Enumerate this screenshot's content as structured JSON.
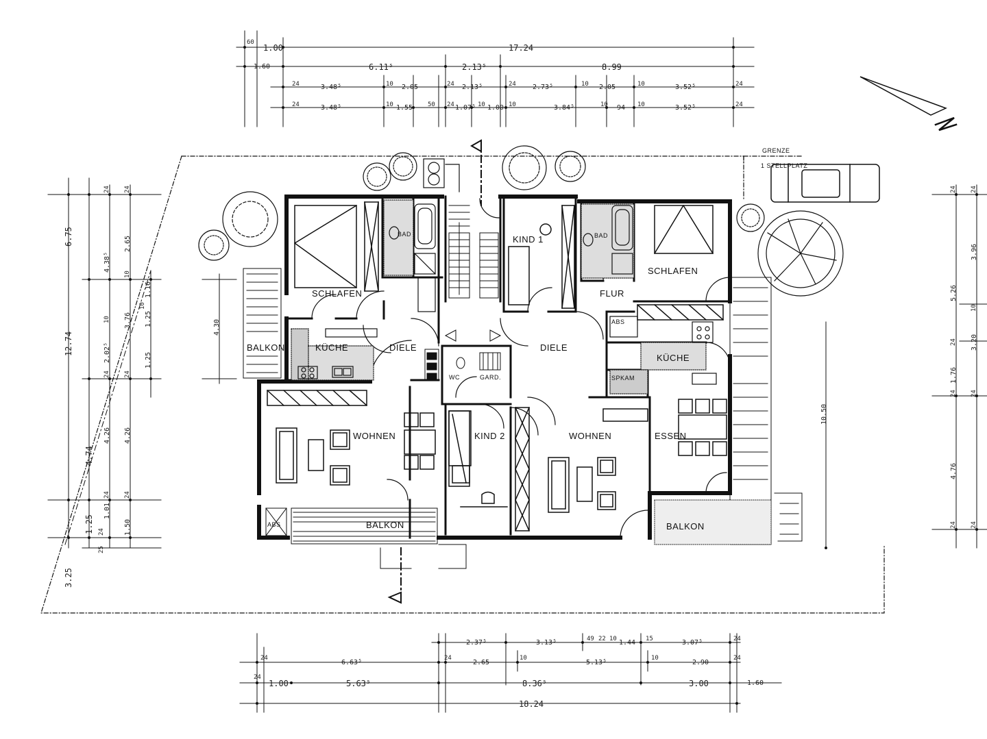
{
  "plan": {
    "rooms": {
      "schlafen_l": "SCHLAFEN",
      "bad_l": "BAD",
      "kind_1": "KIND 1",
      "bad_r": "BAD",
      "schlafen_r": "SCHLAFEN",
      "flur": "FLUR",
      "abs_r": "ABS",
      "kueche_l": "KÜCHE",
      "diele_l": "DIELE",
      "diele_r": "DIELE",
      "kueche_r": "KÜCHE",
      "balkon_l": "BALKON",
      "wc": "WC",
      "gard": "GARD.",
      "spkam": "SPKAM",
      "wohnen_l": "WOHNEN",
      "kind_2": "KIND 2",
      "wohnen_r": "WOHNEN",
      "essen": "ESSEN",
      "abs_l": "ABS",
      "balkon_bottom": "BALKON",
      "balkon_right": "BALKON"
    },
    "grenze": "GRENZE",
    "stellplatz": "1 STELLPLATZ",
    "north": "N",
    "top_dims": {
      "r1": [
        "60",
        "1.00",
        "17.24"
      ],
      "r2": [
        "1.60",
        "6.11⁵",
        "2.13⁵",
        "8.99"
      ],
      "r3": [
        "24",
        "3.48⁵",
        "10",
        "2.05",
        "24",
        "2.13⁵",
        "24",
        "2.73⁵",
        "10",
        "2.05",
        "10",
        "3.52⁵",
        "24"
      ],
      "r4": [
        "24",
        "3.48⁵",
        "10",
        "1.55",
        "50",
        "24",
        "1.07⁵",
        "10",
        "1.00",
        "10",
        "3.84⁵",
        "10",
        "94",
        "10",
        "3.52⁵",
        "24"
      ]
    },
    "bottom_dims": {
      "r1": [
        "2.37⁵",
        "3.13⁵",
        "49",
        "22",
        "10",
        "1.44",
        "15",
        "3.07⁵",
        "24"
      ],
      "r2": [
        "24",
        "6.63⁵",
        "24",
        "2.65",
        "10",
        "5.13⁵",
        "10",
        "2.90",
        "24"
      ],
      "r3": [
        "24",
        "1.00",
        "5.63⁵",
        "8.36⁵",
        "3.00",
        "1.60"
      ],
      "r4": [
        "18.24"
      ]
    },
    "left_dims": {
      "c1": [
        "6.75",
        "12.74",
        "1.25",
        "3.25"
      ],
      "c2": [
        "24",
        "4.38⁵",
        "10",
        "2.02⁵",
        "24",
        "4.26",
        "24",
        "1.01",
        "24",
        "25"
      ],
      "c3": [
        "24",
        "2.65",
        "10",
        "1.16",
        "1.25",
        "10",
        "1.25",
        "24",
        "4.26",
        "24",
        "1.50"
      ],
      "c4": [
        "4.30",
        "4.74",
        "3.76"
      ]
    },
    "right_dims": {
      "c1": [
        "24",
        "5.26",
        "24",
        "1.76",
        "24",
        "4.76",
        "24"
      ],
      "c2": [
        "24",
        "3.96",
        "10",
        "3.20",
        "24",
        "24"
      ],
      "inner": "10.50"
    }
  }
}
